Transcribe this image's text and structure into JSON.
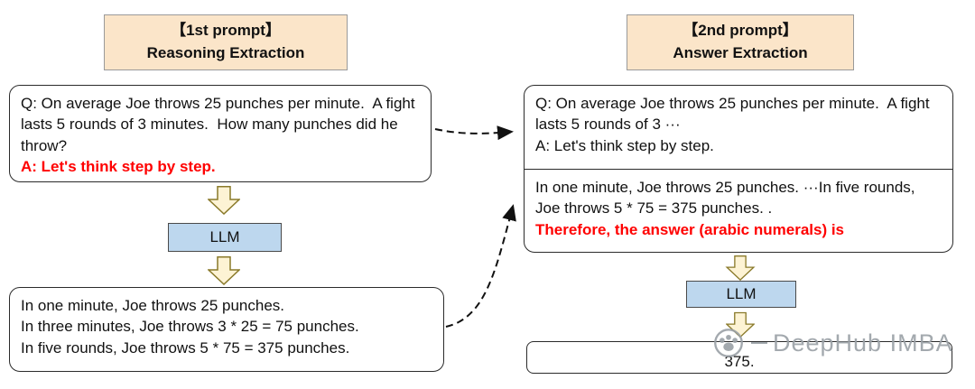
{
  "left": {
    "header": {
      "line1": "【1st prompt】",
      "line2": "Reasoning Extraction"
    },
    "question_box": {
      "black_text": "Q: On average Joe throws 25 punches per minute.  A fight lasts 5 rounds of 3 minutes.  How many punches did he throw?",
      "red_text": "A: Let's think step by step."
    },
    "llm_label": "LLM",
    "output_box": {
      "lines": [
        "In one minute, Joe throws 25 punches.",
        "In three minutes, Joe throws 3 * 25 = 75 punches.",
        "In five rounds, Joe throws 5 * 75 = 375 punches."
      ]
    }
  },
  "right": {
    "header": {
      "line1": "【2nd prompt】",
      "line2": "Answer Extraction"
    },
    "prompt_box": {
      "top_black": "Q: On average Joe throws 25 punches per minute.  A fight lasts 5 rounds of 3 ···",
      "top_black2": "A: Let's think step by step.",
      "bottom_black": "In one minute, Joe throws 25 punches. ···In five rounds, Joe throws 5 * 75 = 375 punches. .",
      "bottom_red": "Therefore, the answer (arabic numerals) is"
    },
    "llm_label": "LLM",
    "answer_box": {
      "text": "375."
    }
  },
  "watermark": {
    "text": "DeepHub IMBA"
  },
  "colors": {
    "header_bg": "#FBE5C9",
    "llm_bg": "#BDD7EE",
    "arrow_fill": "#FDF3D4",
    "arrow_stroke": "#8a7a2a",
    "red": "#FF0000",
    "box_border": "#2b2b2b"
  }
}
